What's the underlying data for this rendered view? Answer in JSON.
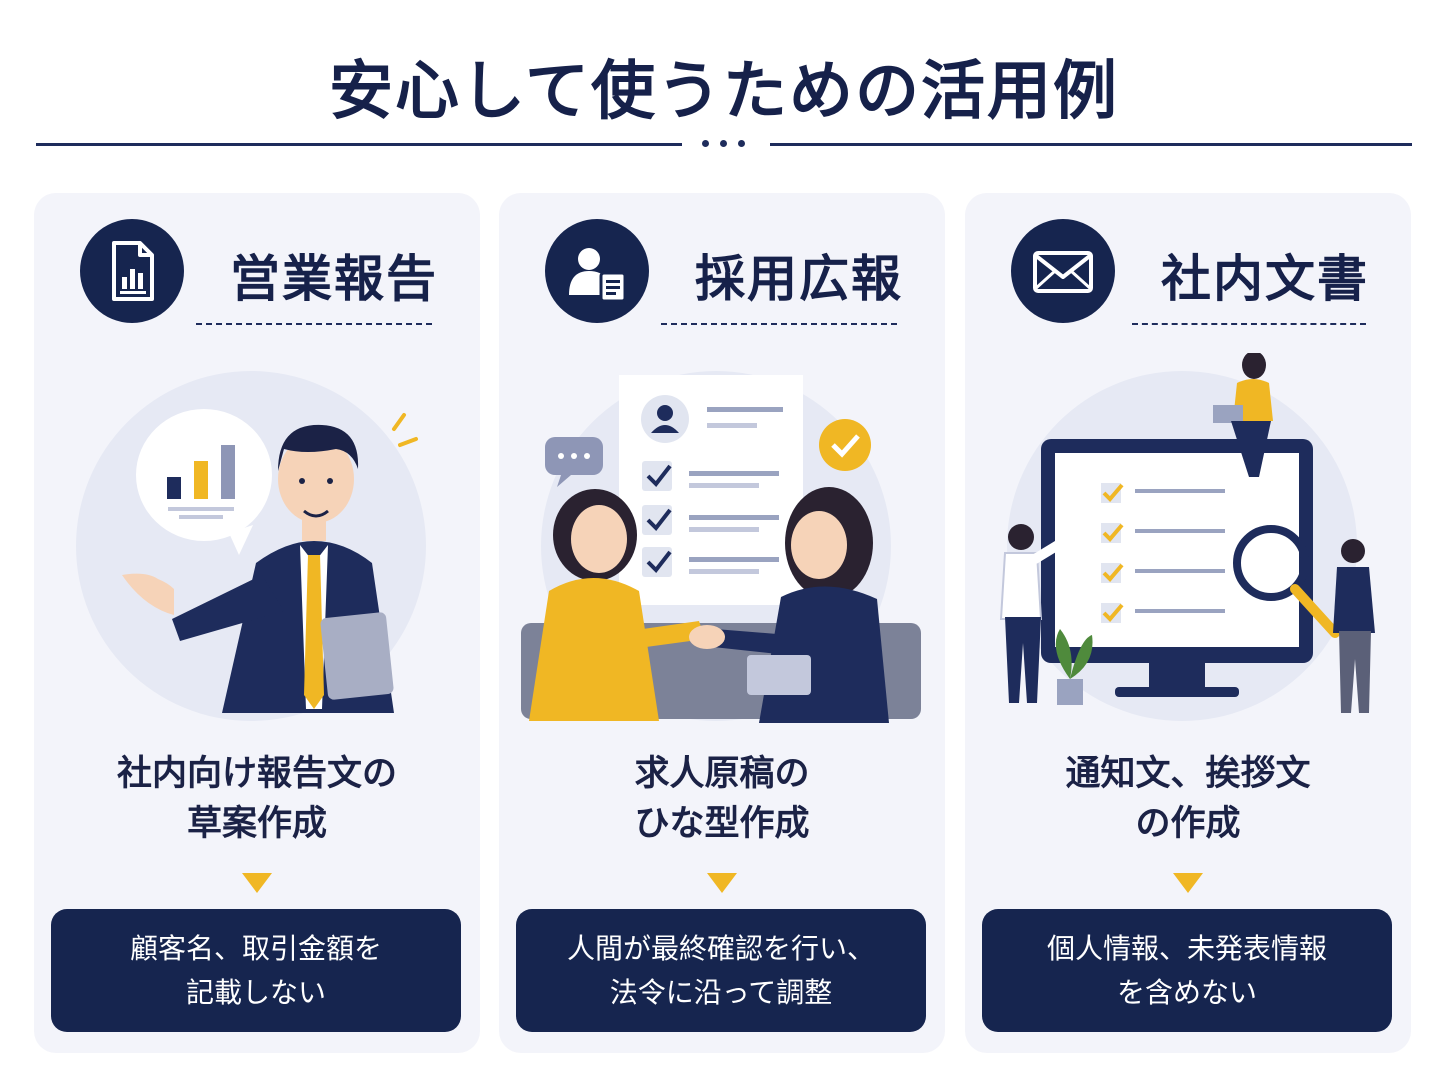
{
  "page": {
    "title": "安心して使うための活用例"
  },
  "colors": {
    "navy": "#16254f",
    "accent_yellow": "#f0b724",
    "card_bg": "#f3f4fa"
  },
  "cards": [
    {
      "icon": "report-document-icon",
      "title": "営業報告",
      "desc_line1": "社内向け報告文の",
      "desc_line2": "草案作成",
      "note_line1": "顧客名、取引金額を",
      "note_line2": "記載しない"
    },
    {
      "icon": "recruit-profile-icon",
      "title": "採用広報",
      "desc_line1": "求人原稿の",
      "desc_line2": "ひな型作成",
      "note_line1": "人間が最終確認を行い、",
      "note_line2": "法令に沿って調整"
    },
    {
      "icon": "envelope-icon",
      "title": "社内文書",
      "desc_line1": "通知文、挨拶文",
      "desc_line2": "の作成",
      "note_line1": "個人情報、未発表情報",
      "note_line2": "を含めない"
    }
  ]
}
